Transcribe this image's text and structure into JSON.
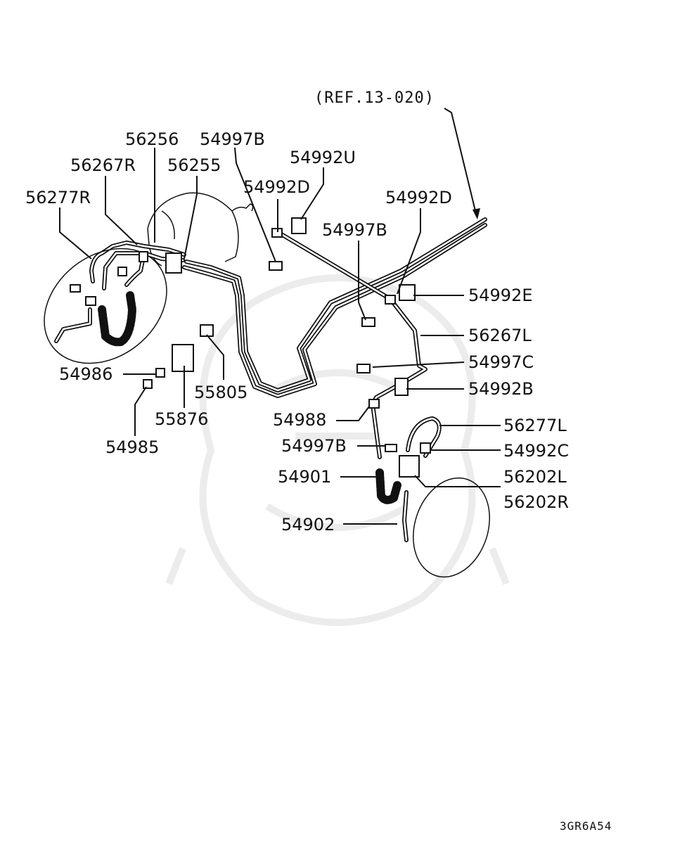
{
  "diagram": {
    "reference": "(REF.13-020)",
    "code": "3GR6A54",
    "labels": {
      "p56256": "56256",
      "p54997B_top": "54997B",
      "p56267R": "56267R",
      "p56255": "56255",
      "p54992U": "54992U",
      "p54992D_left": "54992D",
      "p56277R": "56277R",
      "p54992D_right": "54992D",
      "p54997B_mid": "54997B",
      "p54992E": "54992E",
      "p56267L": "56267L",
      "p54997C": "54997C",
      "p54992B": "54992B",
      "p54986": "54986",
      "p55805": "55805",
      "p55876": "55876",
      "p54985": "54985",
      "p54988": "54988",
      "p56277L": "56277L",
      "p54997B_low": "54997B",
      "p54992C": "54992C",
      "p54901": "54901",
      "p56202L": "56202L",
      "p56202R": "56202R",
      "p54902": "54902"
    }
  }
}
